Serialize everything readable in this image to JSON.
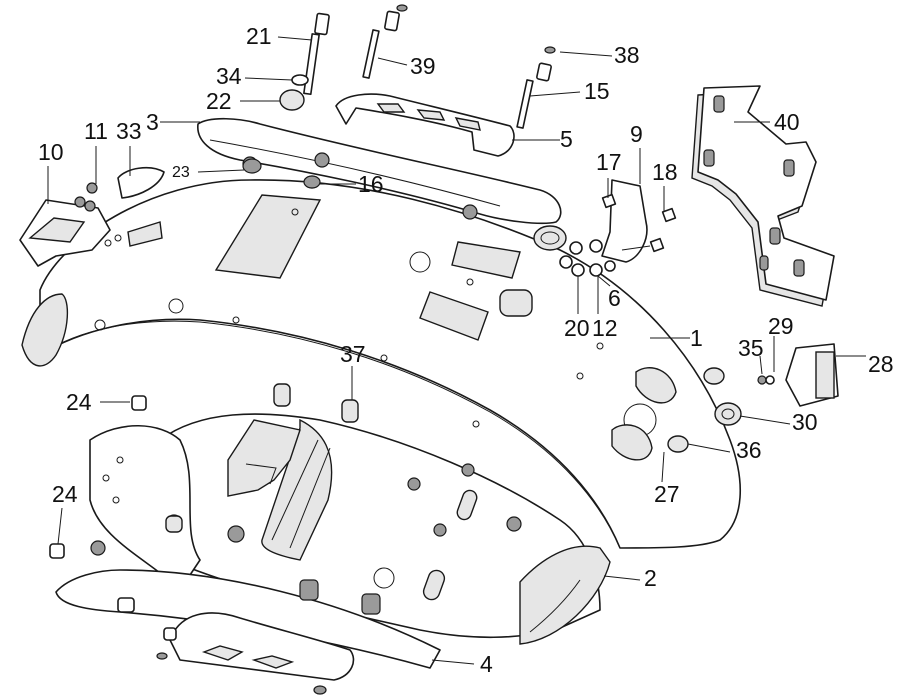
{
  "callouts": [
    {
      "id": "c21",
      "label": "21"
    },
    {
      "id": "c39",
      "label": "39"
    },
    {
      "id": "c38",
      "label": "38"
    },
    {
      "id": "c34",
      "label": "34"
    },
    {
      "id": "c15",
      "label": "15"
    },
    {
      "id": "c22",
      "label": "22"
    },
    {
      "id": "c40",
      "label": "40"
    },
    {
      "id": "c3",
      "label": "3"
    },
    {
      "id": "c11",
      "label": "11"
    },
    {
      "id": "c33",
      "label": "33"
    },
    {
      "id": "c5",
      "label": "5"
    },
    {
      "id": "c9",
      "label": "9"
    },
    {
      "id": "c10",
      "label": "10"
    },
    {
      "id": "c17",
      "label": "17"
    },
    {
      "id": "c23",
      "label": "23"
    },
    {
      "id": "c18",
      "label": "18"
    },
    {
      "id": "c16",
      "label": "16"
    },
    {
      "id": "c6",
      "label": "6"
    },
    {
      "id": "c20",
      "label": "20"
    },
    {
      "id": "c12",
      "label": "12"
    },
    {
      "id": "c1",
      "label": "1"
    },
    {
      "id": "c29",
      "label": "29"
    },
    {
      "id": "c37",
      "label": "37"
    },
    {
      "id": "c35",
      "label": "35"
    },
    {
      "id": "c28",
      "label": "28"
    },
    {
      "id": "c24a",
      "label": "24"
    },
    {
      "id": "c30",
      "label": "30"
    },
    {
      "id": "c36",
      "label": "36"
    },
    {
      "id": "c27",
      "label": "27"
    },
    {
      "id": "c24b",
      "label": "24"
    },
    {
      "id": "c2",
      "label": "2"
    },
    {
      "id": "c4",
      "label": "4"
    }
  ]
}
